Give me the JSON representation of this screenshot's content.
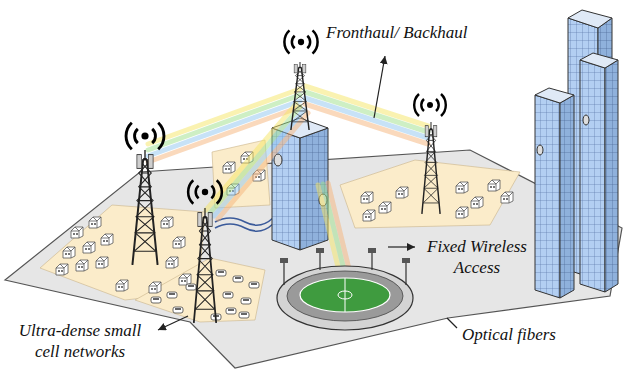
{
  "diagram": {
    "labels": [
      "Fronthaul/ Backhaul",
      "Fixed Wireless Access",
      "Ultra-dense small cell networks",
      "Optical fibers"
    ]
  }
}
